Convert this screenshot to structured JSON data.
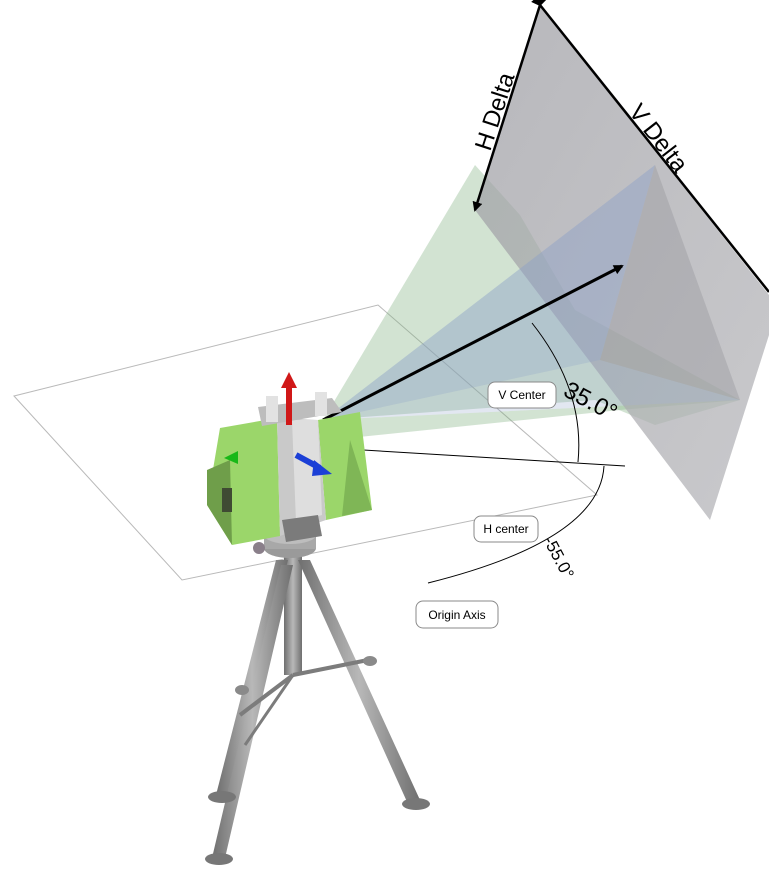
{
  "labels": {
    "h_delta": "H Delta",
    "v_delta": "V Delta",
    "v_center": "V Center",
    "h_center": "H center",
    "origin_axis": "Origin Axis",
    "angle_v": "35.0°",
    "angle_h": "-55.0°"
  },
  "icons": {
    "up_arrow": "red-up-arrow-icon",
    "side_arrow": "blue-arrow-icon",
    "green_cone": "green-cone-icon"
  },
  "colors": {
    "frustum_fill": "#7fae7f",
    "inner_beam": "#8c9fc7",
    "plane_fill": "#a0a0a4",
    "scanner_green": "#9bd66a",
    "scanner_gray": "#c9c9c9",
    "tripod_gray": "#8e8e8e",
    "red_arrow": "#d01818",
    "blue_arrow": "#1b3fd6"
  }
}
